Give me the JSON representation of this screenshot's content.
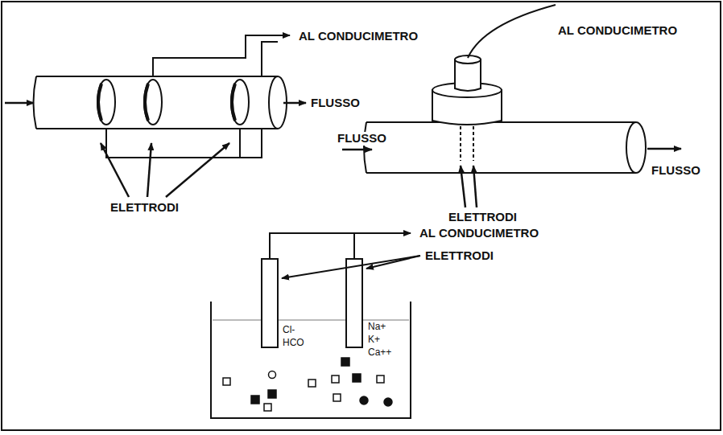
{
  "diagram": {
    "labels": [
      "AL CONDUCIMETRO",
      "AL CONDUCIMETRO",
      "FLUSSO",
      "FLUSSO",
      "FLUSSO",
      "ELETTRODI",
      "ELETTRODI",
      "AL CONDUCIMETRO",
      "ELETTRODI",
      "Cl-",
      "HCO",
      "Na+",
      "K+",
      "Ca++"
    ]
  }
}
